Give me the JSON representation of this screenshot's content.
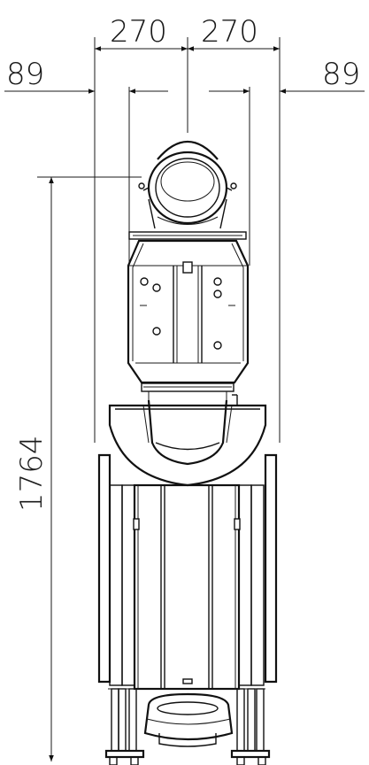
{
  "drawing": {
    "dimensions": {
      "top_left_width": "270",
      "top_right_width": "270",
      "left_offset": "89",
      "right_offset": "89",
      "height": "1764"
    },
    "colors": {
      "line": "#111111",
      "background": "#ffffff"
    }
  }
}
